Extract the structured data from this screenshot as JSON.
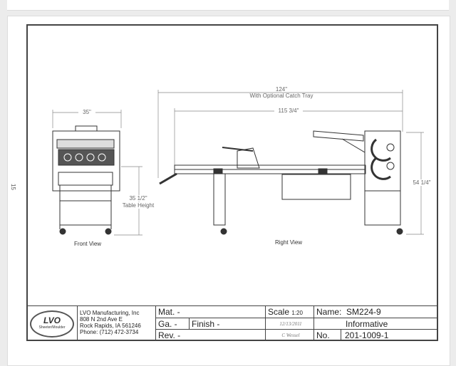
{
  "page_number": "15",
  "drawing": {
    "dim_overall": "124\"",
    "dim_overall_note": "With Optional Catch Tray",
    "dim_length": "115 3/4\"",
    "dim_width": "35\"",
    "dim_table_height": "35 1/2\"",
    "dim_table_height_note": "Table Height",
    "dim_height": "54 1/4\"",
    "front_view_label": "Front View",
    "right_view_label": "Right View"
  },
  "title_block": {
    "logo_text": "LVO",
    "logo_subtitle": "Sheeter/Moulder",
    "company": "LVO Manufacturing, Inc",
    "address1": "808 N 2nd Ave E",
    "address2": "Rock Rapids, IA 561246",
    "phone": "Phone: (712) 472-3734",
    "mat": "Mat.  -",
    "ga": "Ga.   -",
    "finish": "Finish   -",
    "rev": "Rev.  -",
    "scale_label": "Scale",
    "scale_value": "1:20",
    "date": "12/13/2011",
    "drawn_by": "C Wessel",
    "name_label": "Name:",
    "name_value": "SM224-9",
    "type": "Informative",
    "no_label": "No.",
    "no_value": "201-1009-1"
  }
}
